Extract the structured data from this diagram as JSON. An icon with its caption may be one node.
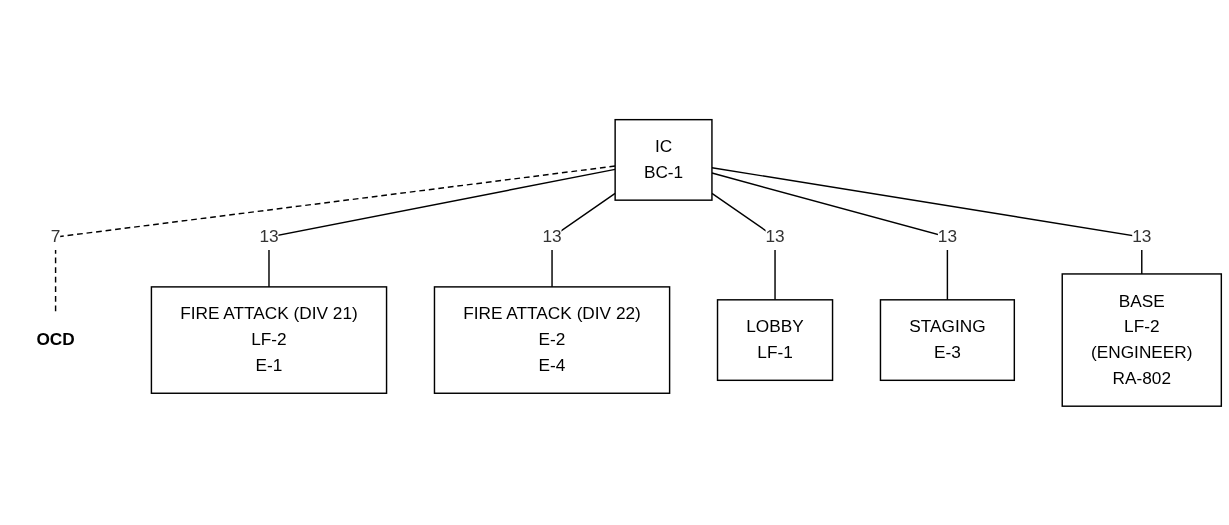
{
  "diagram": {
    "nodes": [
      {
        "text": [
          "IC",
          "BC-1"
        ]
      },
      {
        "text": [
          "OCD"
        ]
      },
      {
        "text": [
          "FIRE ATTACK (DIV 21)",
          "LF-2",
          "E-1"
        ]
      },
      {
        "text": [
          "FIRE ATTACK (DIV 22)",
          "E-2",
          "E-4"
        ]
      },
      {
        "text": [
          "LOBBY",
          "LF-1"
        ]
      },
      {
        "text": [
          "STAGING",
          "E-3"
        ]
      },
      {
        "text": [
          "BASE",
          "LF-2",
          "(ENGINEER)",
          "RA-802"
        ]
      }
    ],
    "edges": [
      {
        "from": 0,
        "to": 1,
        "arrow": "none",
        "label": "7",
        "style": "dashed"
      },
      {
        "from": 0,
        "to": 2,
        "arrow": "none",
        "label": "13"
      },
      {
        "from": 0,
        "to": 3,
        "arrow": "none",
        "label": "13"
      },
      {
        "from": 0,
        "to": 4,
        "arrow": "none",
        "label": "13"
      },
      {
        "from": 0,
        "to": 5,
        "arrow": "none",
        "label": "13"
      },
      {
        "from": 0,
        "to": 6,
        "arrow": "none",
        "label": "13"
      }
    ]
  }
}
